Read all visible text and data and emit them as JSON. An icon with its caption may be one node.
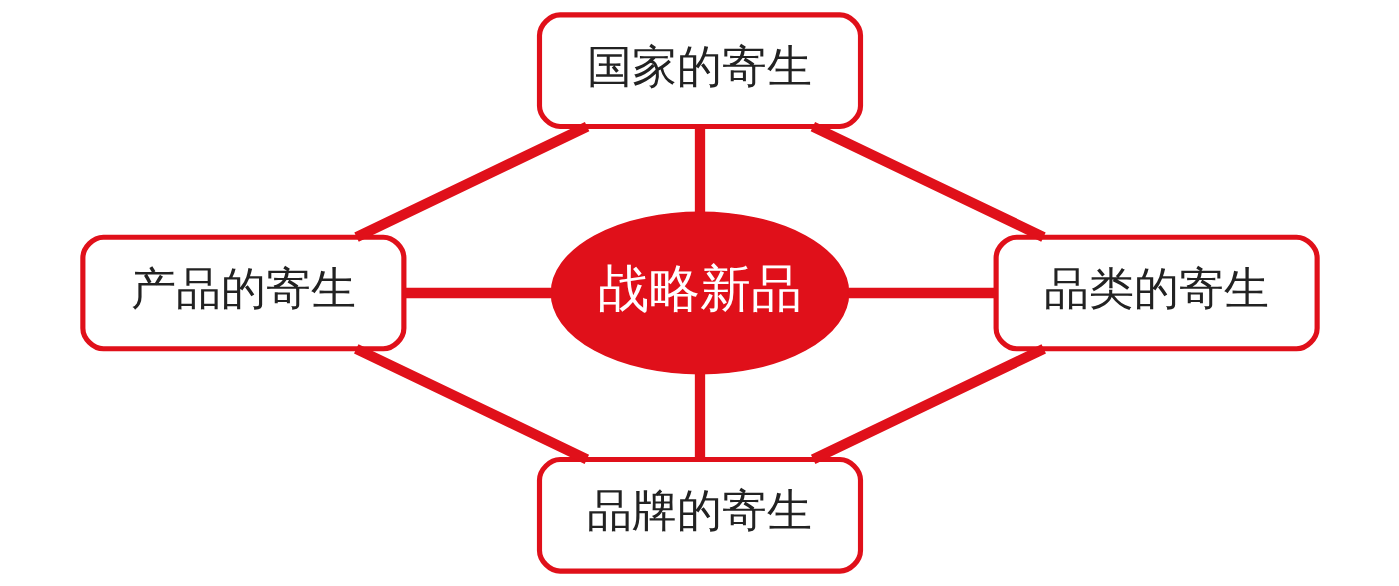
{
  "diagram": {
    "nodes": [
      {
        "text": [
          "国家的寄生"
        ]
      },
      {
        "text": [
          "产品的寄生"
        ]
      },
      {
        "text": [
          "战略新品"
        ]
      },
      {
        "text": [
          "品类的寄生"
        ]
      },
      {
        "text": [
          "品牌的寄生"
        ]
      }
    ],
    "edges": [
      {
        "from": 0,
        "to": 2,
        "arrow": "none"
      },
      {
        "from": 1,
        "to": 2,
        "arrow": "none"
      },
      {
        "from": 2,
        "to": 3,
        "arrow": "none"
      },
      {
        "from": 2,
        "to": 4,
        "arrow": "none"
      },
      {
        "from": 0,
        "to": 1,
        "arrow": "none"
      },
      {
        "from": 0,
        "to": 3,
        "arrow": "none"
      },
      {
        "from": 1,
        "to": 4,
        "arrow": "none"
      },
      {
        "from": 3,
        "to": 4,
        "arrow": "none"
      }
    ]
  }
}
